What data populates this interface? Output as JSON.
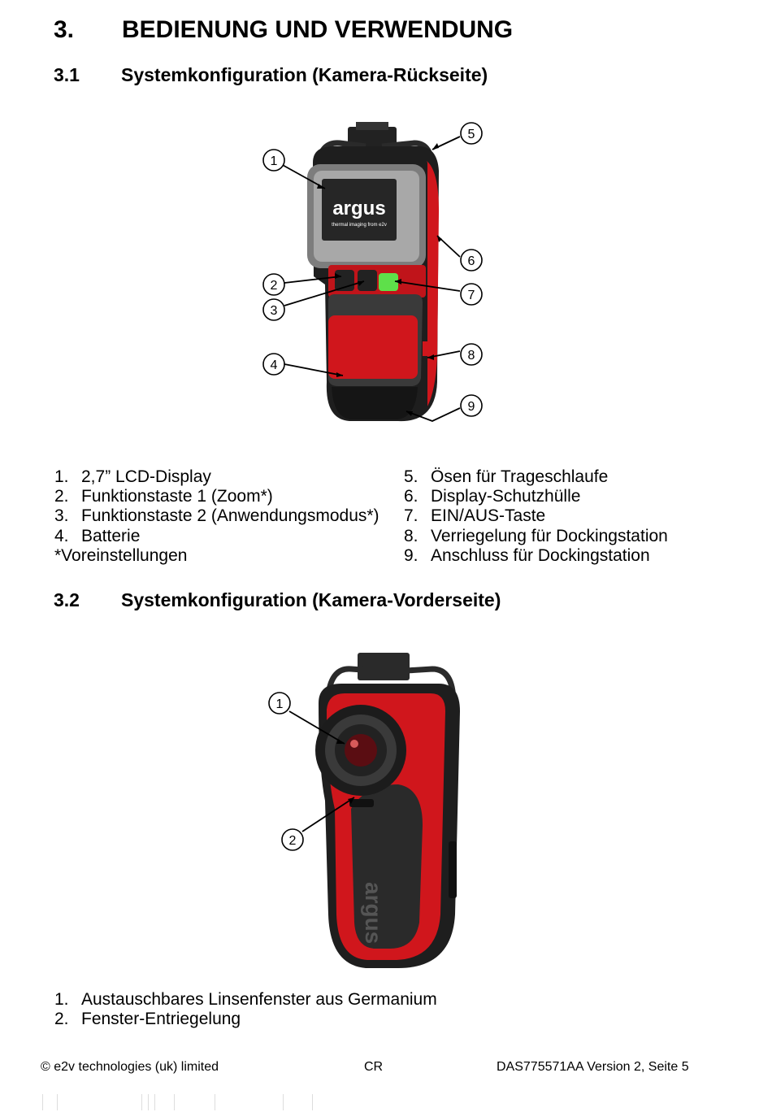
{
  "heading_main": {
    "num": "3.",
    "text": "BEDIENUNG UND VERWENDUNG"
  },
  "section_back": {
    "num": "3.1",
    "text": "Systemkonfiguration (Kamera-Rückseite)"
  },
  "back_figure": {
    "screen_brand": "argus",
    "screen_tagline": "thermal imaging from e2v",
    "callouts": [
      "1",
      "2",
      "3",
      "4",
      "5",
      "6",
      "7",
      "8",
      "9"
    ]
  },
  "back_list_left": [
    {
      "n": "1.",
      "t": "2,7” LCD-Display"
    },
    {
      "n": "2.",
      "t": "Funktionstaste 1 (Zoom*)"
    },
    {
      "n": "3.",
      "t": "Funktionstaste 2 (Anwendungsmodus*)"
    },
    {
      "n": "4.",
      "t": "Batterie"
    }
  ],
  "back_footnote": "*Voreinstellungen",
  "back_list_right": [
    {
      "n": "5.",
      "t": "Ösen für Trageschlaufe"
    },
    {
      "n": "6.",
      "t": "Display-Schutzhülle"
    },
    {
      "n": "7.",
      "t": "EIN/AUS-Taste"
    },
    {
      "n": "8.",
      "t": "Verriegelung für Dockingstation"
    },
    {
      "n": "9.",
      "t": "Anschluss für Dockingstation"
    }
  ],
  "section_front": {
    "num": "3.2",
    "text": "Systemkonfiguration (Kamera-Vorderseite)"
  },
  "front_figure": {
    "callouts": [
      "1",
      "2"
    ],
    "side_brand": "argus"
  },
  "front_list": [
    {
      "n": "1.",
      "t": "Austauschbares Linsenfenster aus Germanium"
    },
    {
      "n": "2.",
      "t": "Fenster-Entriegelung"
    }
  ],
  "footer": {
    "copyright_symbol": "©",
    "company": "e2v technologies (uk) limited",
    "center": "CR",
    "right": "DAS775571AA Version 2, Seite 5"
  },
  "colors": {
    "camera_red": "#d0161c",
    "camera_black": "#1e1e1e",
    "button_green": "#5ee04a"
  }
}
